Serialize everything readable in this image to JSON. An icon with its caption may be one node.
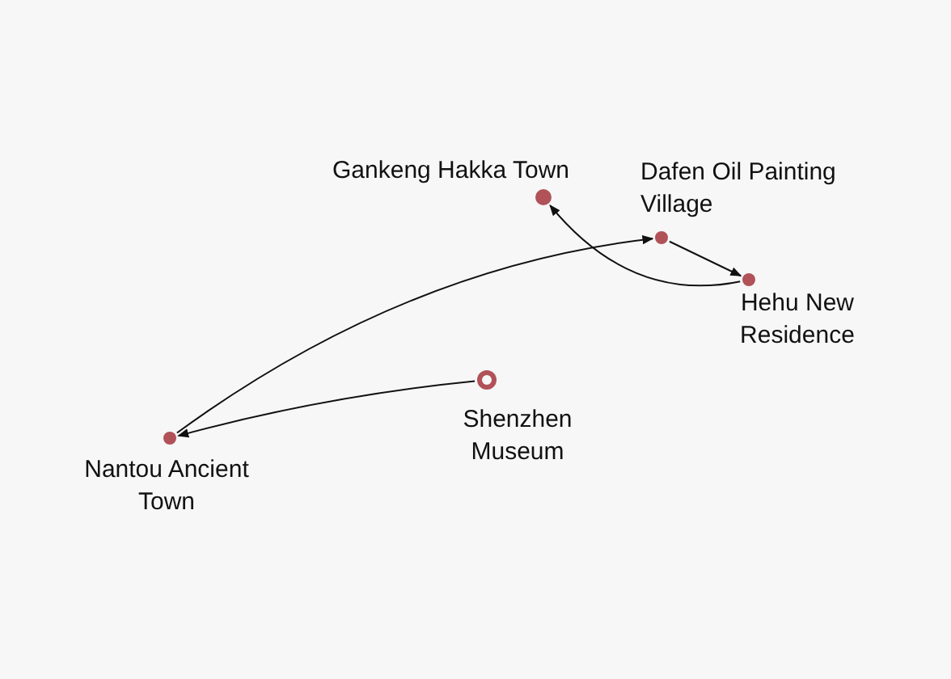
{
  "diagram": {
    "nodes": [
      {
        "text": [
          "Gankeng Hakka Town"
        ]
      },
      {
        "text": [
          "Dafen Oil Painting Village"
        ]
      },
      {
        "text": [
          "Hehu New Residence"
        ]
      },
      {
        "text": [
          "Shenzhen Museum"
        ]
      },
      {
        "text": [
          "Nantou Ancient Town"
        ]
      }
    ],
    "edges": [
      {
        "from": 3,
        "to": 4,
        "arrow": "to"
      },
      {
        "from": 4,
        "to": 1,
        "arrow": "to"
      },
      {
        "from": 1,
        "to": 2,
        "arrow": "to"
      },
      {
        "from": 2,
        "to": 0,
        "arrow": "to"
      }
    ]
  }
}
